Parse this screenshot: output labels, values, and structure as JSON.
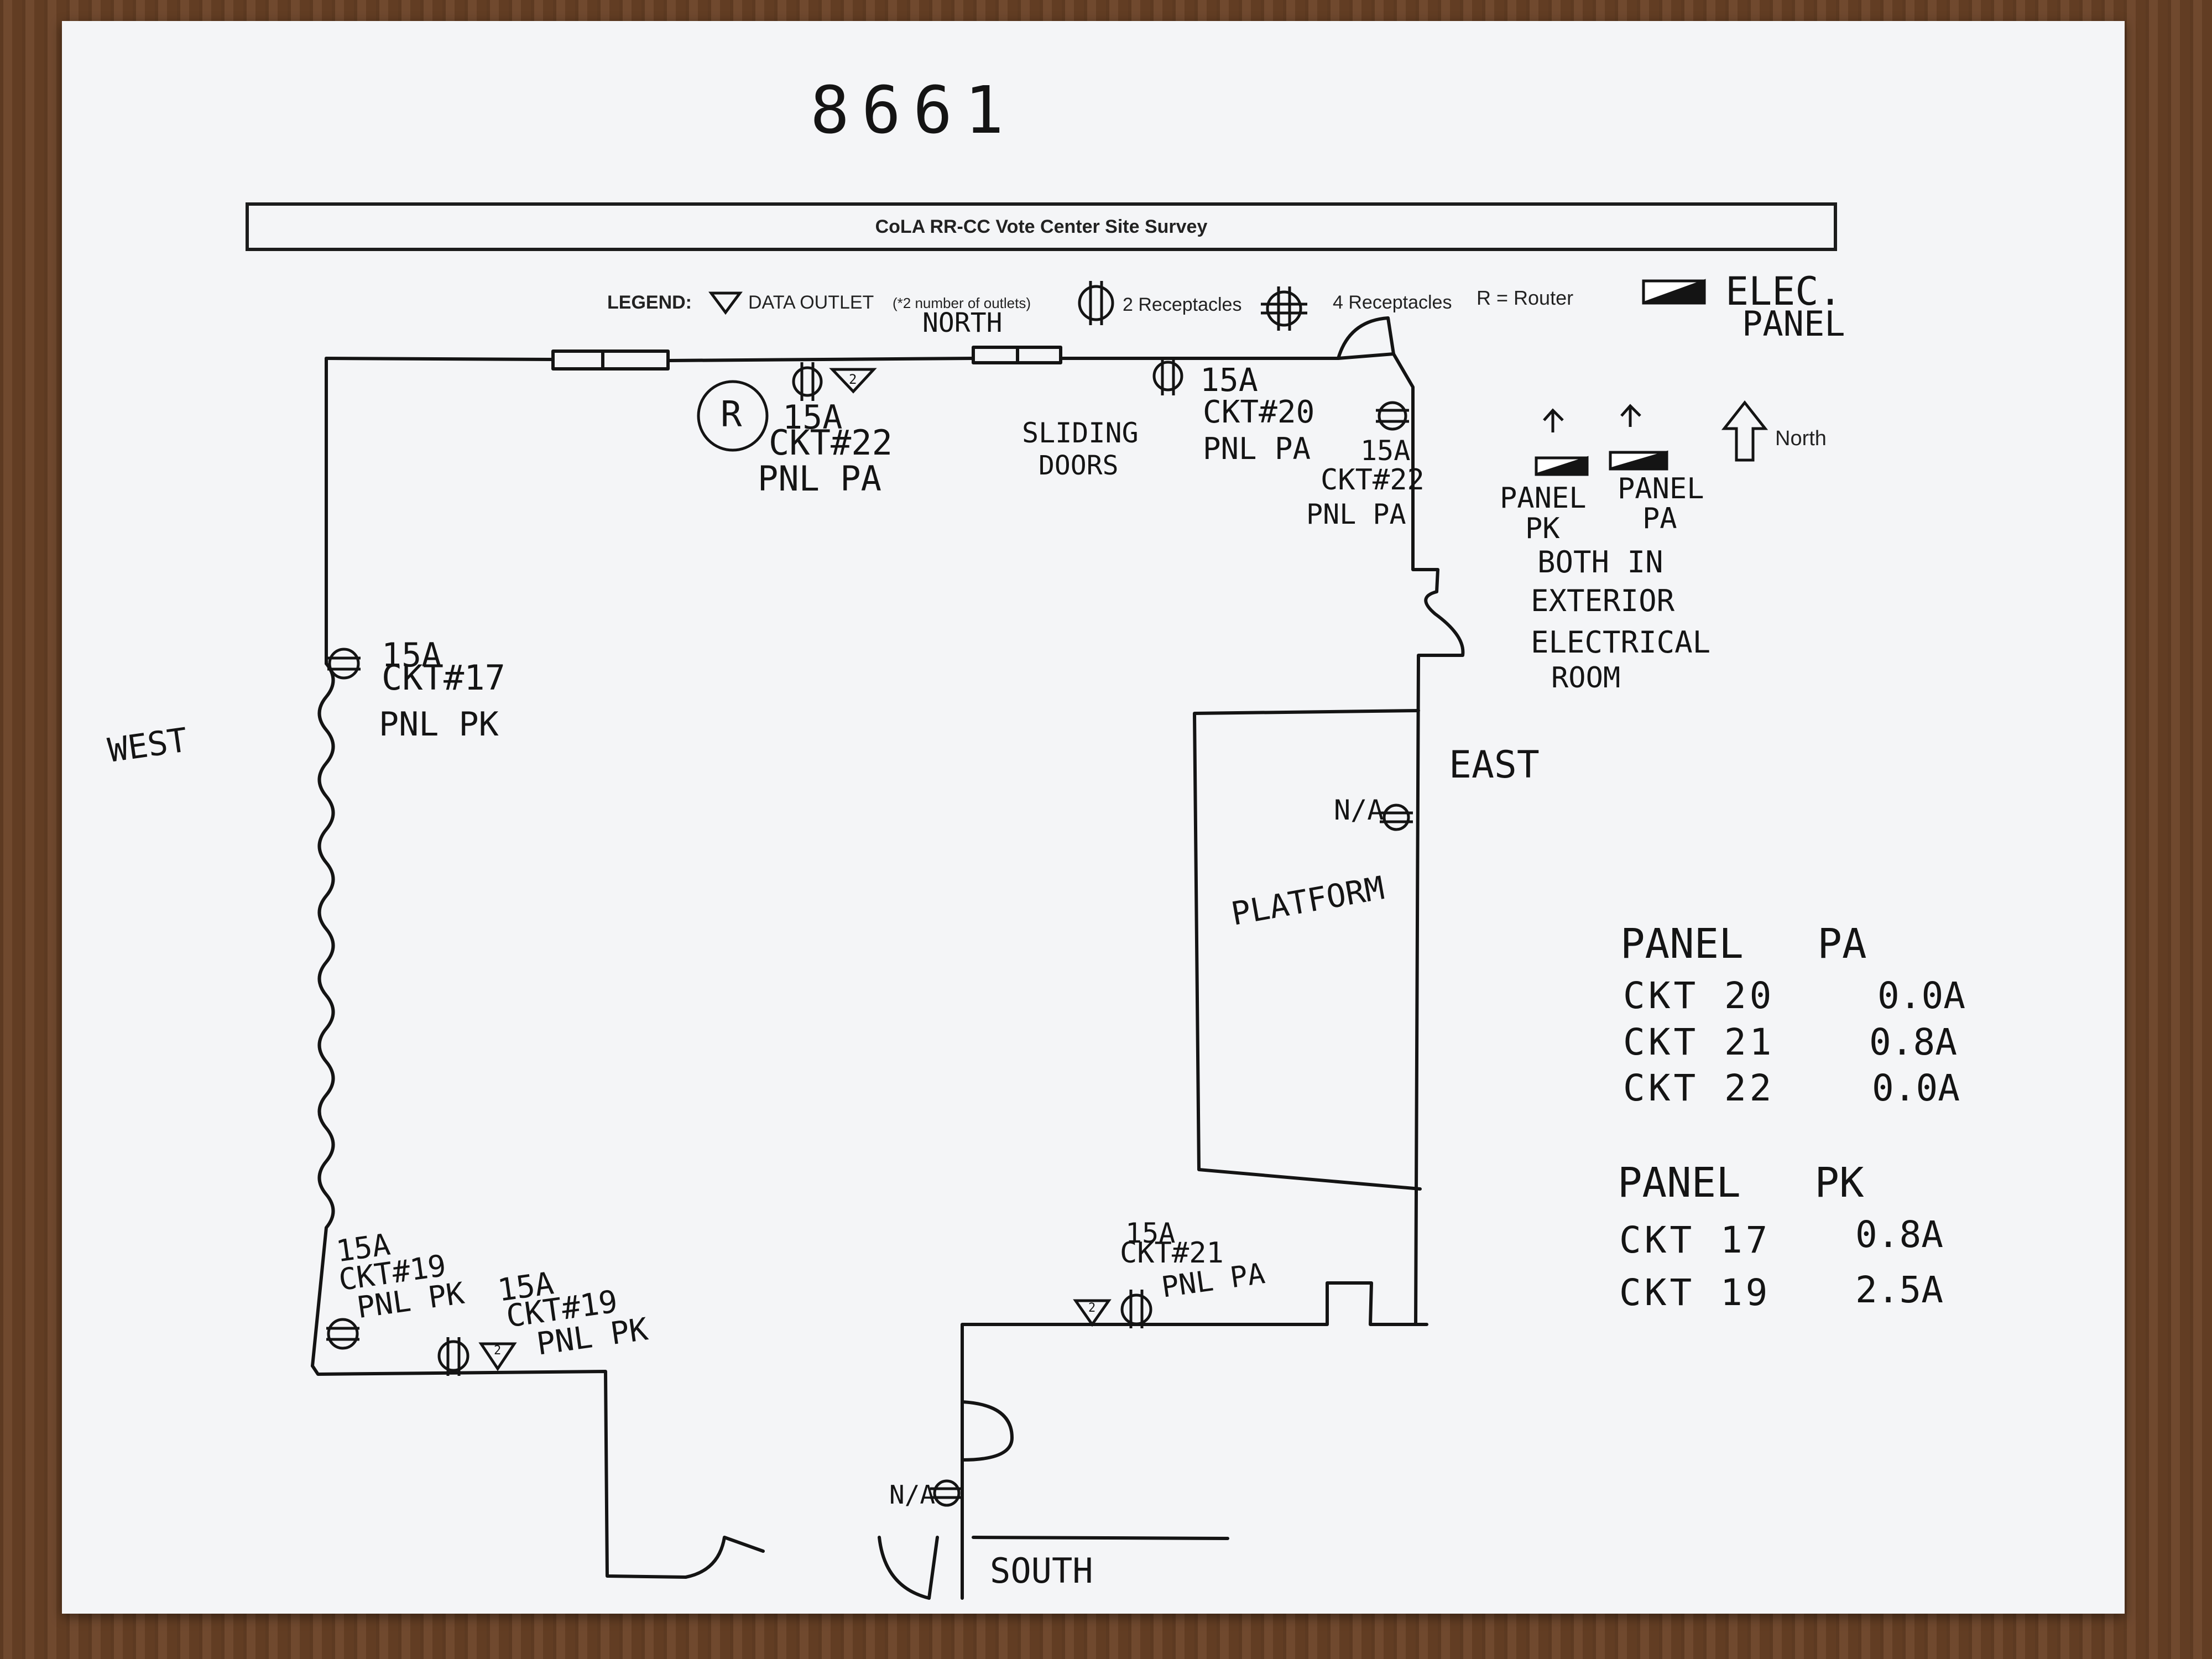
{
  "header": {
    "number": "8661",
    "title": "CoLA RR-CC Vote Center Site Survey"
  },
  "legend": {
    "label": "LEGEND:",
    "data_outlet": "DATA OUTLET",
    "data_outlet_note": "(*2 number of outlets)",
    "two_receptacles": "2 Receptacles",
    "four_receptacles": "4 Receptacles",
    "router": "R = Router",
    "elec_panel_1": "ELEC.",
    "elec_panel_2": "PANEL",
    "north_arrow_label": "North"
  },
  "directions": {
    "north": "NORTH",
    "south": "SOUTH",
    "east": "EAST",
    "west": "WEST"
  },
  "notes": {
    "sliding_doors_1": "SLIDING",
    "sliding_doors_2": "DOORS",
    "platform": "PLATFORM",
    "router_symbol": "R",
    "data_count": "2",
    "na_east": "N/A",
    "na_south": "N/A"
  },
  "outlets": {
    "north_left": {
      "amps": "15A",
      "ckt": "CKT#22",
      "pnl": "PNL PA"
    },
    "north_right": {
      "amps": "15A",
      "ckt": "CKT#20",
      "pnl": "PNL PA"
    },
    "northeast": {
      "amps": "15A",
      "ckt": "CKT#22",
      "pnl": "PNL PA"
    },
    "west": {
      "amps": "15A",
      "ckt": "CKT#17",
      "pnl": "PNL PK"
    },
    "southwest_1": {
      "amps": "15A",
      "ckt": "CKT#19",
      "pnl": "PNL PK"
    },
    "southwest_2": {
      "amps": "15A",
      "ckt": "CKT#19",
      "pnl": "PNL PK"
    },
    "south": {
      "amps": "15A",
      "ckt": "CKT#21",
      "pnl": "PNL PA"
    }
  },
  "panels": {
    "pk_label_1": "PANEL",
    "pk_label_2": "PK",
    "pa_label_1": "PANEL",
    "pa_label_2": "PA",
    "note_1": "BOTH IN",
    "note_2": "EXTERIOR",
    "note_3": "ELECTRICAL",
    "note_4": "ROOM"
  },
  "readings": {
    "pa_title": "PANEL   PA",
    "pa_rows": [
      {
        "ckt": "CKT 20",
        "amps": "0.0A"
      },
      {
        "ckt": "CKT 21",
        "amps": "0.8A"
      },
      {
        "ckt": "CKT 22",
        "amps": "0.0A"
      }
    ],
    "pk_title": "PANEL   PK",
    "pk_rows": [
      {
        "ckt": "CKT 17",
        "amps": "0.8A"
      },
      {
        "ckt": "CKT 19",
        "amps": "2.5A"
      }
    ]
  },
  "colors": {
    "ink": "#141414",
    "paper": "#f4f5f7",
    "desk": "#6a4226"
  }
}
